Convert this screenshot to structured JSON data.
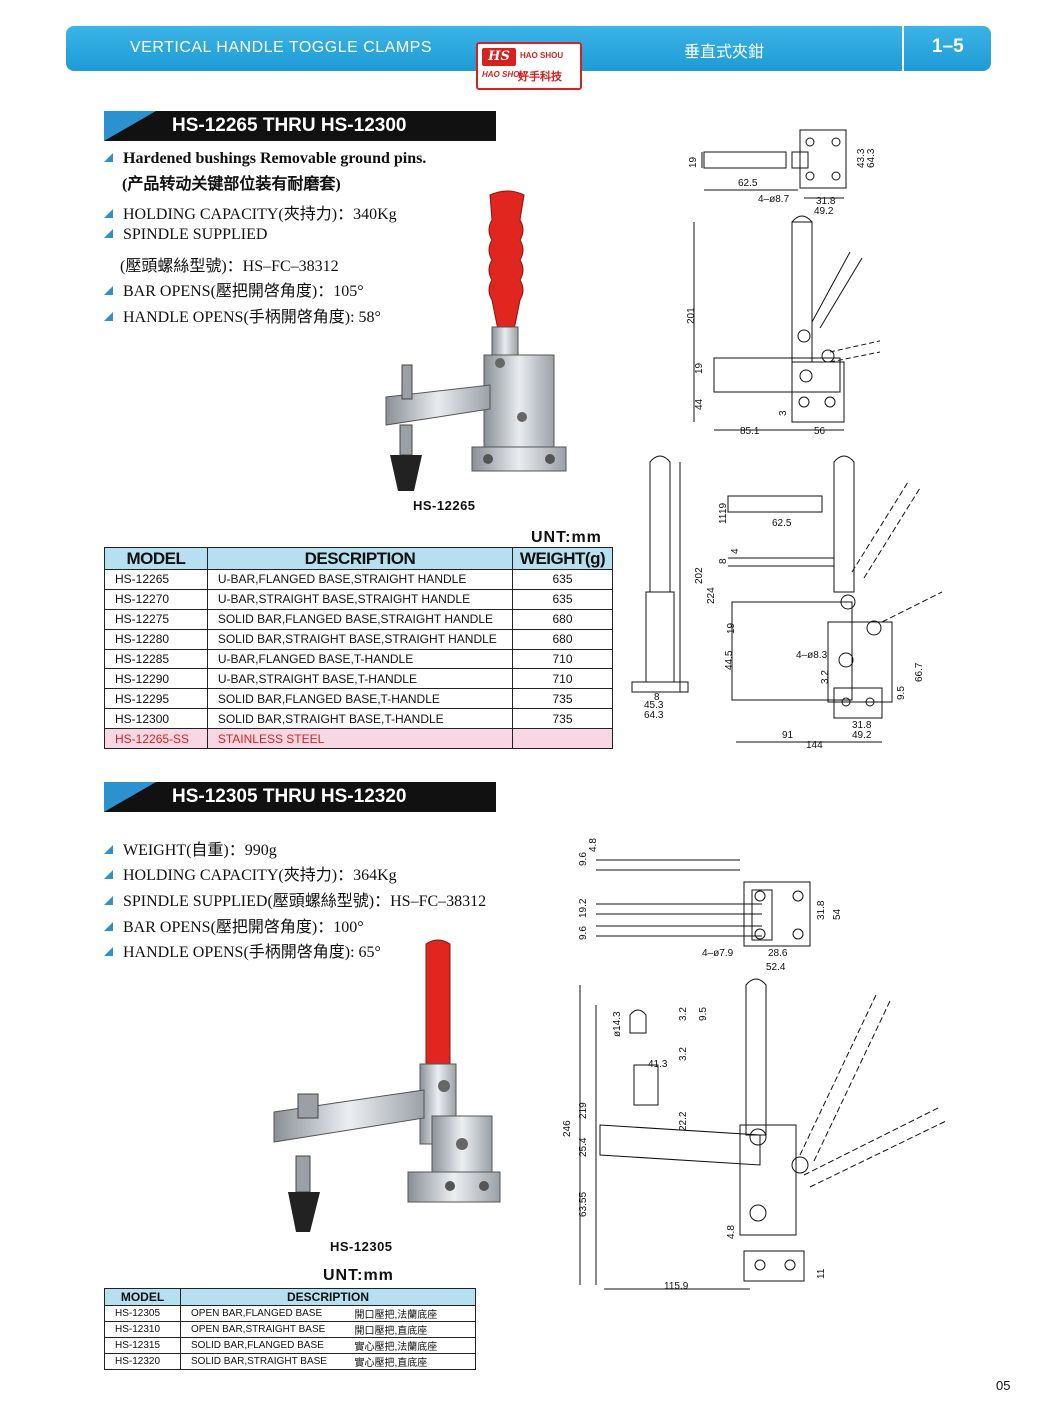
{
  "header": {
    "title_en": "VERTICAL HANDLE TOGGLE CLAMPS",
    "title_cn": "垂直式夾鉗",
    "page_ref": "1–5"
  },
  "logo": {
    "mark": "HS",
    "name_en": "HAO SHOU",
    "name_en2": "HAO SHOU",
    "name_cn": "好手科技"
  },
  "section1": {
    "title_a": "HS-12265",
    "title_thru": "THRU",
    "title_b": "HS-12300",
    "specs": [
      "Hardened bushings Removable ground pins.",
      "(产品转动关键部位装有耐磨套)",
      "HOLDING CAPACITY(夾持力)：340Kg",
      "SPINDLE SUPPLIED",
      "(壓頭螺絲型號)：HS–FC–38312",
      "BAR OPENS(壓把開啓角度)：105°",
      "HANDLE OPENS(手柄開啓角度): 58°"
    ],
    "photo_label": "HS-12265",
    "unit": "UNT:mm",
    "table": {
      "headers": [
        "MODEL",
        "DESCRIPTION",
        "WEIGHT(g)"
      ],
      "rows": [
        [
          "HS-12265",
          "U-BAR,FLANGED BASE,STRAIGHT HANDLE",
          "635"
        ],
        [
          "HS-12270",
          "U-BAR,STRAIGHT BASE,STRAIGHT HANDLE",
          "635"
        ],
        [
          "HS-12275",
          "SOLID BAR,FLANGED BASE,STRAIGHT HANDLE",
          "680"
        ],
        [
          "HS-12280",
          "SOLID BAR,STRAIGHT BASE,STRAIGHT HANDLE",
          "680"
        ],
        [
          "HS-12285",
          "U-BAR,FLANGED BASE,T-HANDLE",
          "710"
        ],
        [
          "HS-12290",
          "U-BAR,STRAIGHT BASE,T-HANDLE",
          "710"
        ],
        [
          "HS-12295",
          "SOLID BAR,FLANGED BASE,T-HANDLE",
          "735"
        ],
        [
          "HS-12300",
          "SOLID BAR,STRAIGHT BASE,T-HANDLE",
          "735"
        ],
        [
          "HS-12265-SS",
          "STAINLESS STEEL",
          ""
        ]
      ]
    },
    "dims_top": [
      "19",
      "62.5",
      "4–ø8.7",
      "31.8",
      "49.2",
      "43.3",
      "64.3",
      "201",
      "19",
      "44",
      "3",
      "85.1",
      "56"
    ],
    "dims_bottom": [
      "19",
      "11",
      "62.5",
      "8",
      "4",
      "202",
      "224",
      "19",
      "44.5",
      "4–ø8.3",
      "3.2",
      "8",
      "45.3",
      "64.3",
      "9.5",
      "66.7",
      "31.8",
      "49.2",
      "91",
      "144"
    ]
  },
  "section2": {
    "title_a": "HS-12305",
    "title_thru": "THRU",
    "title_b": "HS-12320",
    "specs": [
      "WEIGHT(自重)：990g",
      "HOLDING CAPACITY(夾持力)：364Kg",
      "SPINDLE SUPPLIED(壓頭螺絲型號)：HS–FC–38312",
      "BAR OPENS(壓把開啓角度)：100°",
      "HANDLE OPENS(手柄開啓角度): 65°"
    ],
    "photo_label": "HS-12305",
    "unit": "UNT:mm",
    "table": {
      "headers": [
        "MODEL",
        "DESCRIPTION"
      ],
      "rows": [
        [
          "HS-12305",
          "OPEN BAR,FLANGED BASE",
          "開口壓把,法蘭底座"
        ],
        [
          "HS-12310",
          "OPEN BAR,STRAIGHT BASE",
          "開口壓把,直底座"
        ],
        [
          "HS-12315",
          "SOLID BAR,FLANGED BASE",
          "實心壓把,法蘭底座"
        ],
        [
          "HS-12320",
          "SOLID BAR,STRAIGHT BASE",
          "實心壓把,直底座"
        ]
      ]
    },
    "dims_top": [
      "4.8",
      "9.6",
      "19.2",
      "9.6",
      "31.8",
      "54",
      "4–ø7.9",
      "28.6",
      "52.4"
    ],
    "dims_bottom": [
      "ø14.3",
      "3.2",
      "9.5",
      "3.2",
      "41.3",
      "22.2",
      "246",
      "219",
      "25.4",
      "63.55",
      "4.8",
      "11",
      "115.9"
    ]
  },
  "page_number": "05",
  "colors": {
    "accent": "#2b92cf",
    "banner": "#1e9bd6",
    "brand": "#d5221f",
    "handle": "#e0261f",
    "header_cell": "#b7dff2",
    "ss_row": "#f8d7e4"
  }
}
